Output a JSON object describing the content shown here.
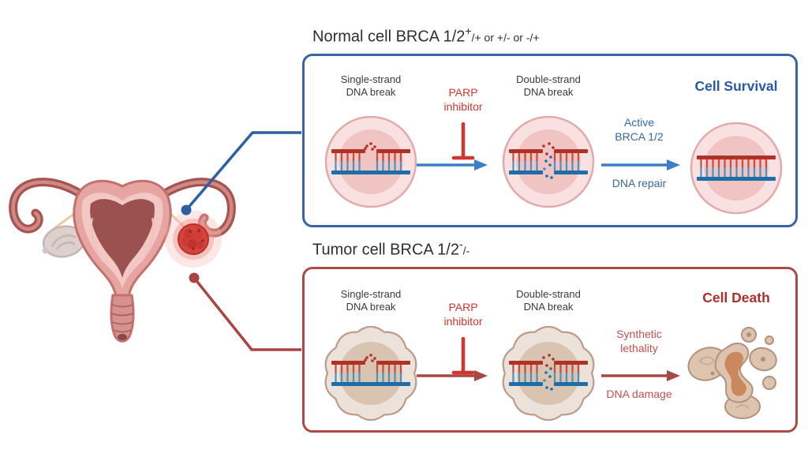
{
  "normal_box": {
    "title": {
      "main": "Normal cell BRCA 1/2",
      "sup": "+",
      "rest": "/+ or +/- or -/+"
    },
    "labels": {
      "single_strand": "Single-strand\nDNA break",
      "parp_inhibitor": "PARP\ninhibitor",
      "double_strand": "Double-strand\nDNA break",
      "active_brca": "Active\nBRCA 1/2",
      "dna_repair": "DNA repair",
      "outcome": "Cell Survival"
    }
  },
  "tumor_box": {
    "title": {
      "main": "Tumor cell BRCA 1/2",
      "sup": "-",
      "rest": "/-"
    },
    "labels": {
      "single_strand": "Single-strand\nDNA break",
      "parp_inhibitor": "PARP\ninhibitor",
      "double_strand": "Double-strand\nDNA break",
      "synthetic_lethality": "Synthetic\nlethality",
      "dna_damage": "DNA damage",
      "outcome": "Cell Death"
    }
  },
  "illustration": {
    "name": "uterus-with-ovarian-tumor",
    "connector_normal": "points-from-healthy-tissue-to-normal-cell-box",
    "connector_tumor": "points-from-ovarian-tumor-to-tumor-cell-box"
  },
  "colors": {
    "normal_border": "#3a64a8",
    "normal_arrow": "#3f7dc4",
    "normal_text": "#36699f",
    "survival_text": "#2859a3",
    "tumor_border": "#ab4a47",
    "tumor_arrow": "#a84743",
    "tumor_text": "#c1524e",
    "death_text": "#ad2f2c",
    "parp_text": "#d0362f",
    "label_text": "#3a3a3a",
    "dna_red": "#b23127",
    "dna_blue": "#1d6ea6",
    "tumor_red": "#d6423c"
  }
}
